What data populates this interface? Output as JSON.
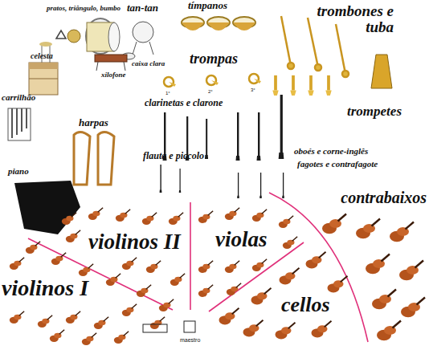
{
  "diagram": {
    "labels": [
      "pratos, triângulo, bumbo",
      "tan-tan",
      "tímpanos",
      "trombones e tuba",
      "celesta",
      "xilofone",
      "caixa clara",
      "trompas",
      "carrilhão",
      "harpas",
      "clarinetas e clarone",
      "trompetes",
      "fagotes e contrafagote",
      "flauta e piccolo",
      "oboés e corne-inglês",
      "piano",
      "contrabaixos",
      "violinos II",
      "violas",
      "violinos I",
      "cellos",
      "maestro",
      "1°",
      "2°",
      "3°"
    ]
  }
}
